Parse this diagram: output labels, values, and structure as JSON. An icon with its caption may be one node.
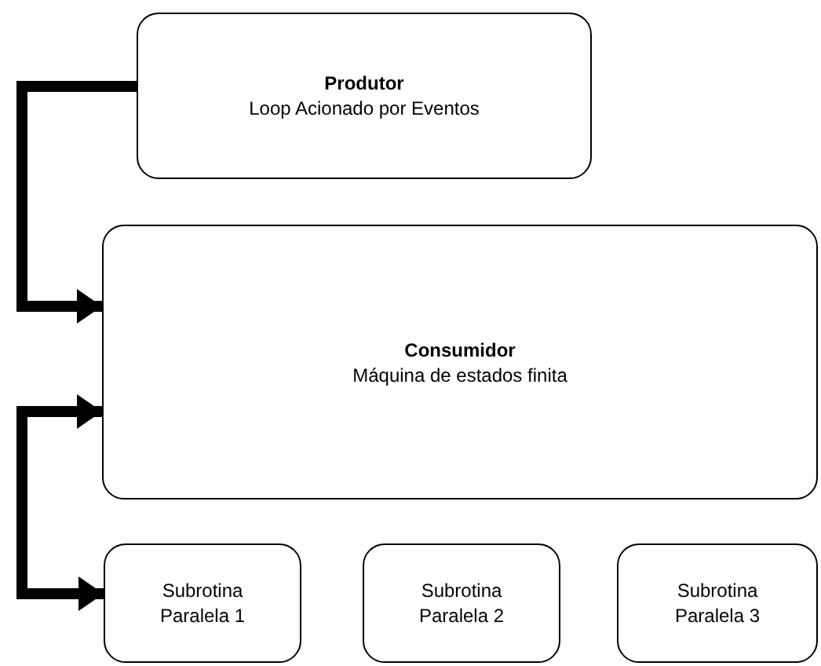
{
  "diagram": {
    "nodes": [
      {
        "text": [
          "Produtor",
          "Loop Acionado por Eventos"
        ]
      },
      {
        "text": [
          "Consumidor",
          "Máquina de estados finita"
        ]
      },
      {
        "text": [
          "Subrotina Paralela 1"
        ]
      },
      {
        "text": [
          "Subrotina Paralela 2"
        ]
      },
      {
        "text": [
          "Subrotina Paralela 3"
        ]
      }
    ],
    "edges": [
      {
        "from": 0,
        "to": 1,
        "arrow": "to"
      },
      {
        "from": 1,
        "to": 2,
        "arrow": "both"
      }
    ]
  }
}
